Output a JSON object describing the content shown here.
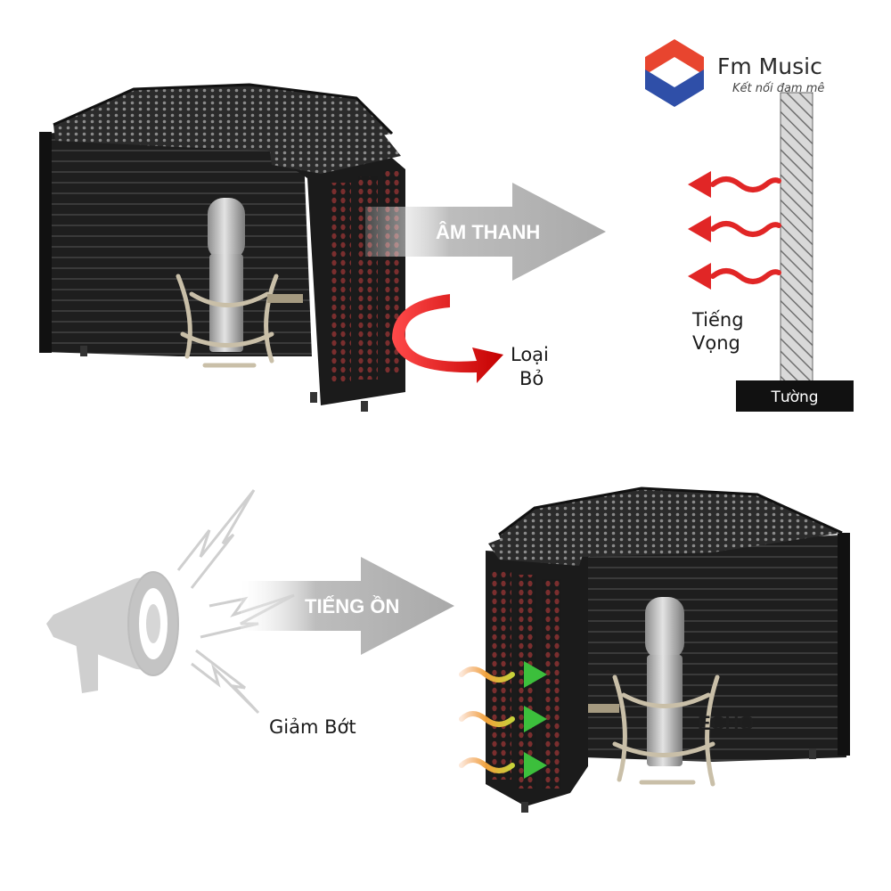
{
  "brand": {
    "name": "Fm Music",
    "tagline": "Kết nối đam mê",
    "colors": {
      "red": "#e8452f",
      "blue": "#2f4fa8"
    }
  },
  "top_panel": {
    "sound_arrow_label": "ÂM THANH",
    "remove_label_line1": "Loại",
    "remove_label_line2": "Bỏ",
    "echo_label_line1": "Tiếng",
    "echo_label_line2": "Vọng",
    "wall_label": "Tường"
  },
  "bottom_panel": {
    "noise_arrow_label": "TIẾNG ỒN",
    "reduce_label": "Giảm Bớt",
    "echo_label": "ECHO"
  },
  "colors": {
    "shield_dark": "#1c1c1c",
    "shield_mid": "#2e2e2e",
    "hole_red": "#6b2a2a",
    "arrow_gray": "#b5b5b5",
    "wave_red": "#e12626",
    "wave_orange": "#f08a3a",
    "wave_green": "#3cbf3c",
    "mic_silver": "#bdbdbd"
  }
}
